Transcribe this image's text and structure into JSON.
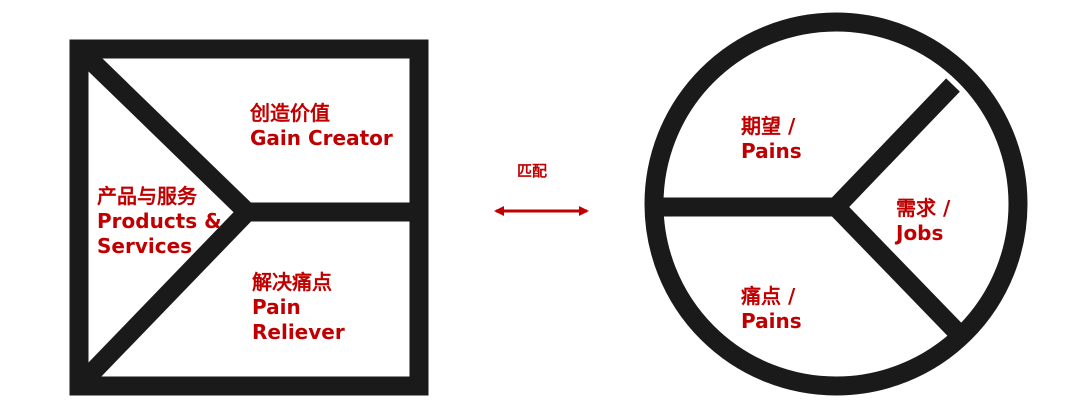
{
  "colors": {
    "stroke": "#1a1a1a",
    "label": "#c00000",
    "background": "#ffffff"
  },
  "value_map": {
    "gain_creator": {
      "zh": "创造价值",
      "en": "Gain Creator"
    },
    "products_services": {
      "zh": "产品与服务",
      "en_line1": "Products &",
      "en_line2": "Services"
    },
    "pain_reliever": {
      "zh": "解决痛点",
      "en_line1": "Pain",
      "en_line2": "Reliever"
    }
  },
  "match": {
    "label": "匹配"
  },
  "customer_profile": {
    "gains": {
      "zh": "期望 /",
      "en": "Pains"
    },
    "jobs": {
      "zh": "需求 /",
      "en": "Jobs"
    },
    "pains": {
      "zh": "痛点 /",
      "en": "Pains"
    }
  }
}
